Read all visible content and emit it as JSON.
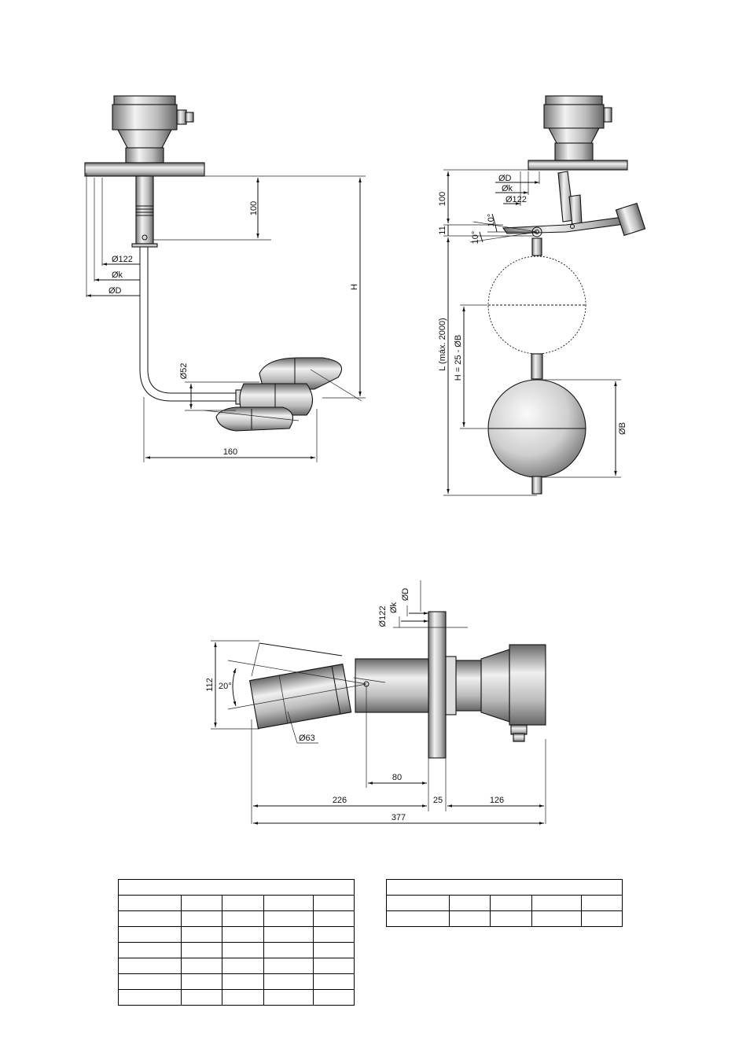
{
  "drawing_1": {
    "dim_100": "100",
    "dim_122": "Ø122",
    "dim_k": "Øk",
    "dim_D": "ØD",
    "dim_H": "H",
    "dim_52": "Ø52",
    "dim_160": "160"
  },
  "drawing_2": {
    "dim_D": "ØD",
    "dim_k": "Øk",
    "dim_122": "Ø122",
    "dim_100": "100",
    "dim_11": "11",
    "angle_a": "10°",
    "angle_b": "10°",
    "dim_L": "L (máx. 2000)",
    "dim_H": "H = 25 - ØB",
    "dim_B": "ØB"
  },
  "drawing_3": {
    "dim_D": "ØD",
    "dim_k": "Øk",
    "dim_122": "Ø122",
    "dim_112": "112",
    "angle": "20°",
    "dim_63": "Ø63",
    "dim_80": "80",
    "dim_226": "226",
    "dim_25": "25",
    "dim_126": "126",
    "dim_377": "377"
  },
  "tables": {
    "left": {
      "columns": 5,
      "rows": 8
    },
    "right": {
      "columns": 5,
      "rows": 3
    }
  }
}
